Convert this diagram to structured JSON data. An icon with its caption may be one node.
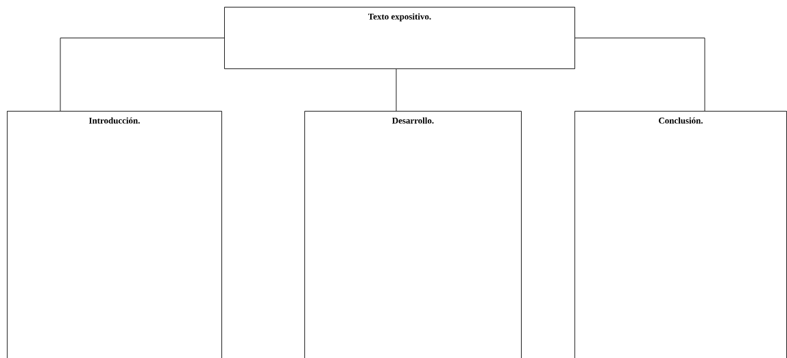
{
  "diagram": {
    "nodes": [
      {
        "text": [
          "Texto expositivo."
        ]
      },
      {
        "text": [
          "Introducción."
        ]
      },
      {
        "text": [
          "Desarrollo."
        ]
      },
      {
        "text": [
          "Conclusión."
        ]
      }
    ],
    "edges": [
      {
        "from": 0,
        "to": 1,
        "arrow": "none"
      },
      {
        "from": 0,
        "to": 2,
        "arrow": "none"
      },
      {
        "from": 0,
        "to": 3,
        "arrow": "none"
      }
    ]
  }
}
